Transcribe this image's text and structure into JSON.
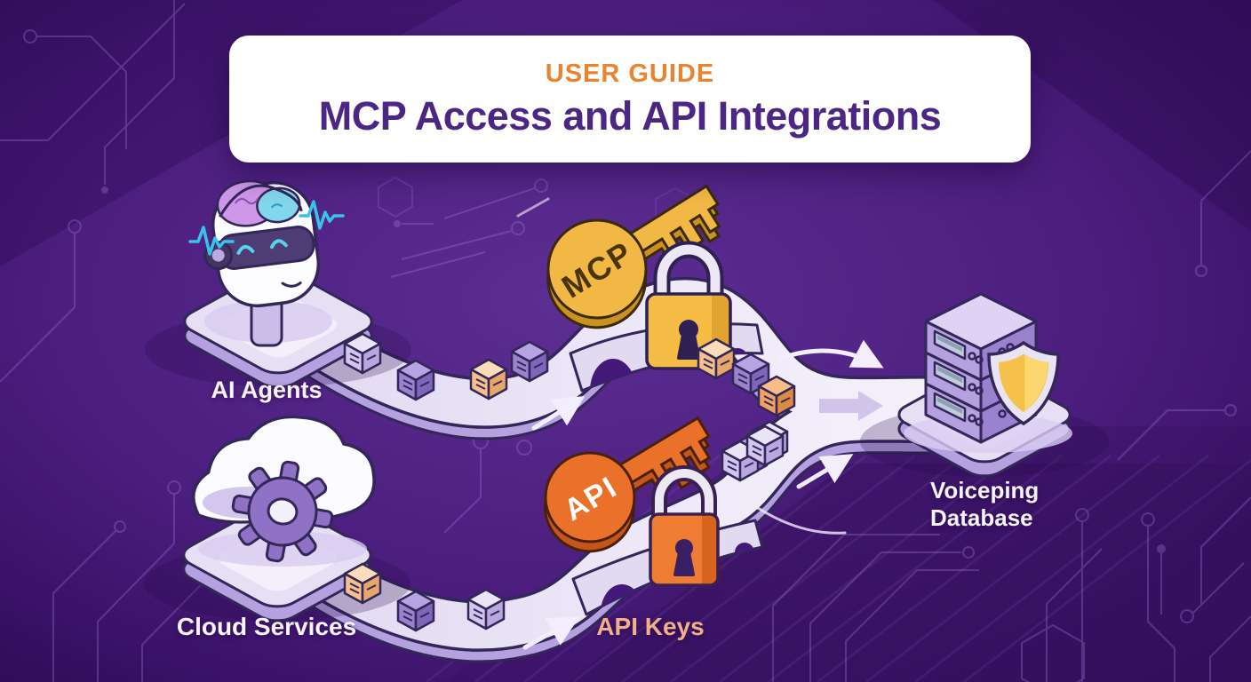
{
  "title_card": {
    "eyebrow": "USER GUIDE",
    "title": "MCP Access and API Integrations"
  },
  "labels": {
    "ai_agents": "AI Agents",
    "cloud_services": "Cloud Services",
    "api_keys": "API Keys",
    "database_line1": "Voiceping",
    "database_line2": "Database"
  },
  "keys": {
    "mcp": "MCP",
    "api": "API"
  },
  "icons": [
    "robot-head-icon",
    "brain-icon",
    "sound-wave-icon",
    "cloud-icon",
    "gear-icon",
    "mcp-key-icon",
    "api-key-icon",
    "gold-padlock-icon",
    "orange-padlock-icon",
    "server-stack-icon",
    "shield-icon",
    "data-box-icon",
    "arrow-icon",
    "circuit-trace"
  ],
  "colors": {
    "background_center": "#5d2e93",
    "background_edge": "#2d0a50",
    "card_bg": "#ffffff",
    "eyebrow_orange": "#e8832f",
    "title_purple": "#4b2684",
    "label_white": "#f7f4fc",
    "api_keys_peach": "#f2b086",
    "key_gold": "#f2b845",
    "key_orange": "#ea7129",
    "lock_gold": "#f6bd46",
    "lock_orange": "#ef7c33",
    "road_surface": "#ece6f7",
    "road_edge": "#b5a1e0",
    "outline_dark": "#332659",
    "wave_cyan": "#38c4ea"
  }
}
